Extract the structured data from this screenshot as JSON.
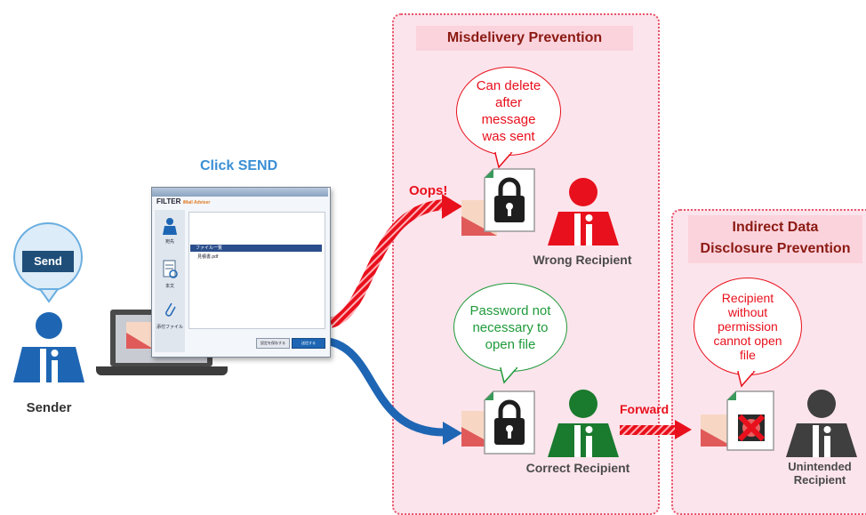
{
  "sender": {
    "bubble_label": "Send",
    "caption": "Sender"
  },
  "action": {
    "click_label": "Click SEND"
  },
  "app_window": {
    "brand": "FILTER",
    "brand_sub": "iMail Adviser",
    "sidebar_items": [
      "宛先",
      "本文",
      "添付ファイル"
    ],
    "list_header": "ファイル一覧",
    "list_item": "見積書.pdf",
    "buttons": [
      "設定を保存する",
      "送信する"
    ]
  },
  "misdelivery": {
    "title": "Misdelivery Prevention",
    "bubble": [
      "Can delete",
      "after",
      "message",
      "was sent"
    ],
    "oops": "Oops!",
    "wrong_recipient": "Wrong Recipient",
    "password_bubble": [
      "Password not",
      "necessary to",
      "open file"
    ],
    "correct_recipient": "Correct Recipient"
  },
  "forward_label": "Forward",
  "indirect": {
    "title_lines": [
      "Indirect Data",
      "Disclosure Prevention"
    ],
    "bubble": [
      "Recipient",
      "without",
      "permission",
      "cannot open",
      "file"
    ],
    "unintended_recipient": [
      "Unintended",
      "Recipient"
    ]
  },
  "colors": {
    "red": "#e8101c",
    "green": "#1a7a2e",
    "blue": "#1e66b4",
    "dark": "#3f3f3f",
    "panel": "#fce4ec"
  }
}
